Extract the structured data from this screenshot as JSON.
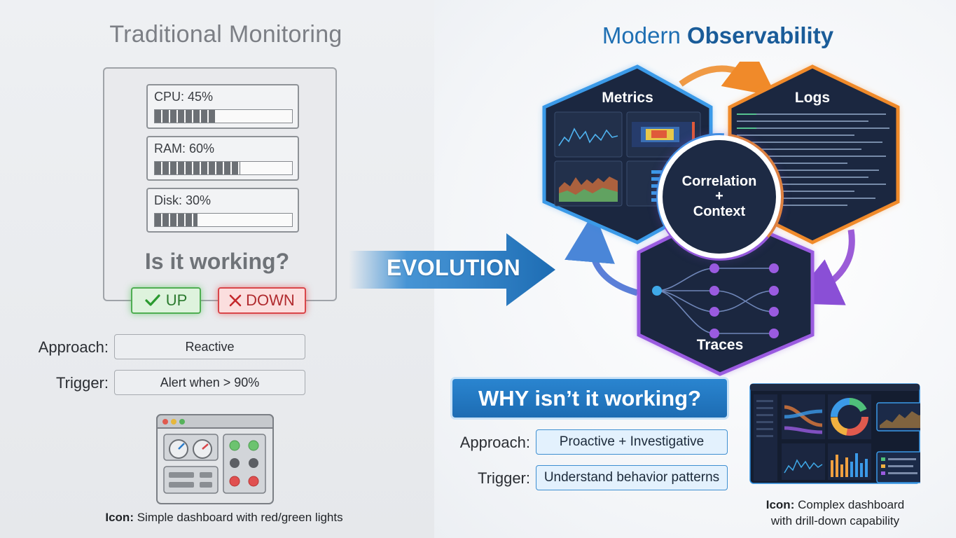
{
  "left": {
    "title": "Traditional Monitoring",
    "metrics": [
      {
        "label": "CPU: 45%",
        "value": 0.45
      },
      {
        "label": "RAM: 60%",
        "value": 0.6
      },
      {
        "label": "Disk: 30%",
        "value": 0.3
      }
    ],
    "question": "Is it working?",
    "up_label": "UP",
    "down_label": "DOWN",
    "approach_label": "Approach:",
    "approach_value": "Reactive",
    "trigger_label": "Trigger:",
    "trigger_value": "Alert when > 90%",
    "icon_caption_bold": "Icon:",
    "icon_caption_text": " Simple dashboard with red/green lights"
  },
  "middle": {
    "evolution_label": "EVOLUTION"
  },
  "right": {
    "title_plain": "Modern ",
    "title_bold": "Observability",
    "hex_metrics": "Metrics",
    "hex_logs": "Logs",
    "hex_traces": "Traces",
    "center_line1": "Correlation",
    "center_line2": "+",
    "center_line3": "Context",
    "question": "WHY isn’t it working?",
    "approach_label": "Approach:",
    "approach_value": "Proactive + Investigative",
    "trigger_label": "Trigger:",
    "trigger_value": "Understand behavior patterns",
    "icon_caption_bold": "Icon:",
    "icon_caption_text": " Complex dashboard",
    "icon_caption_line2": "with drill-down capability"
  },
  "colors": {
    "up_green": "#4fae52",
    "down_red": "#d9464a",
    "metrics_blue": "#2f8fe0",
    "logs_orange": "#f08a2a",
    "traces_purple": "#8a4fd6",
    "accent_blue": "#1d6cb3"
  }
}
